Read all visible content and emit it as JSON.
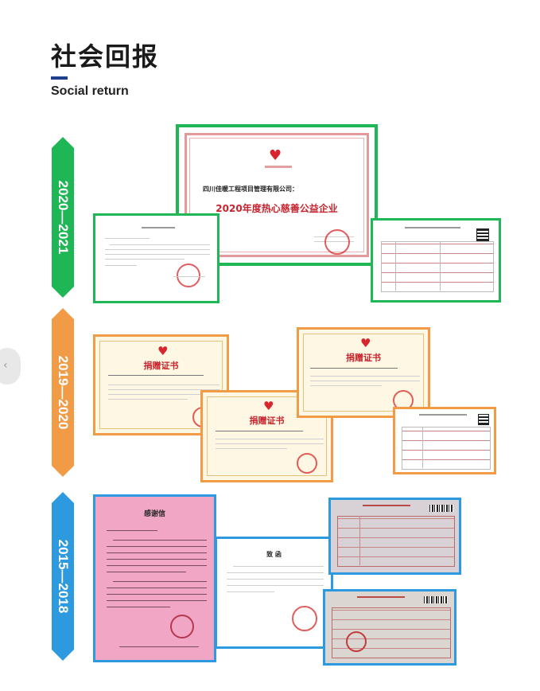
{
  "header": {
    "title": "社会回报",
    "subtitle": "Social return"
  },
  "side_tab": {
    "glyph": "‹"
  },
  "sections": [
    {
      "years": "2020—2021",
      "color": "#1fb655",
      "docs": {
        "main_cert_company": "四川佳暖工程项目管理有限公司：",
        "main_cert_title": "2020年度热心慈善公益企业"
      }
    },
    {
      "years": "2019—2020",
      "color": "#f19b47",
      "docs": {
        "cert_title_1": "捐赠证书",
        "cert_title_2": "捐赠证书",
        "cert_title_3": "捐赠证书"
      }
    },
    {
      "years": "2015—2018",
      "color": "#2d9ae0",
      "docs": {
        "thanks_title": "感谢信",
        "letter_title": "致 函"
      }
    }
  ],
  "colors": {
    "green": "#1fb655",
    "orange": "#f19b47",
    "blue": "#2d9ae0",
    "accent_bar": "#1d3f8e",
    "cert_red": "#c8242d"
  }
}
